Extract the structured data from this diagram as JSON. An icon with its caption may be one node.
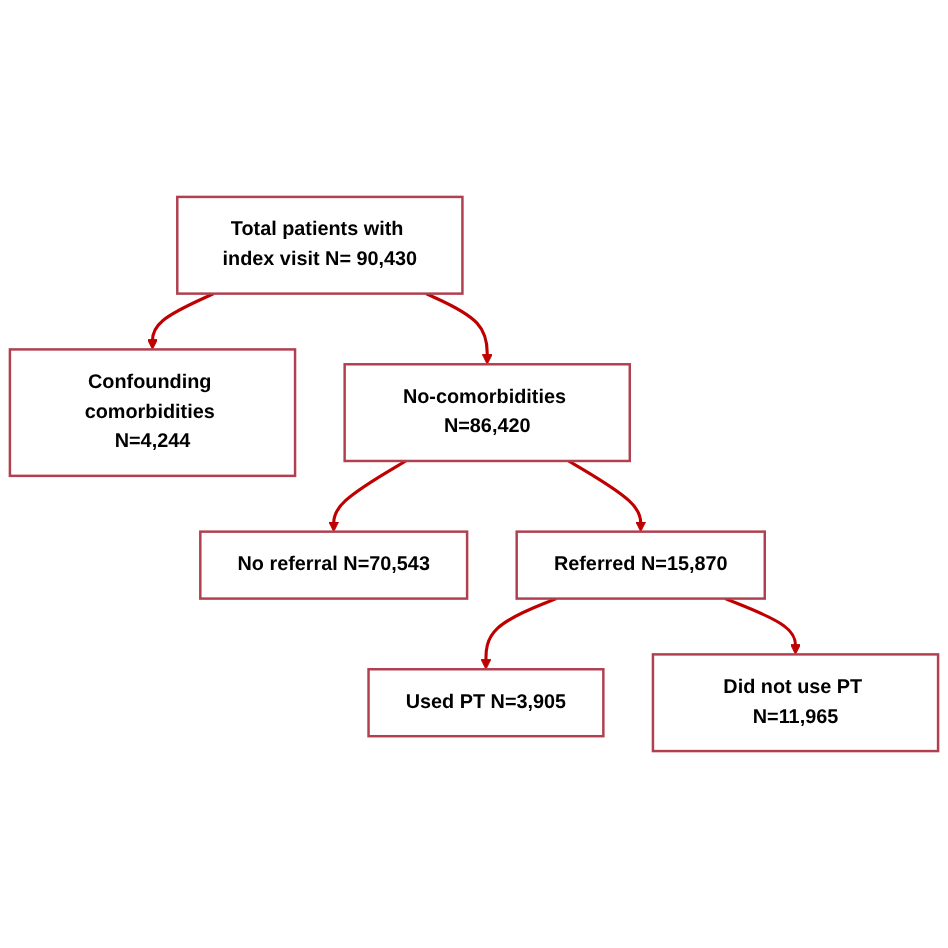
{
  "diagram": {
    "nodes": [
      {
        "text": [
          "Total patients with index visit N= 90,430"
        ]
      },
      {
        "text": [
          "Confounding comorbidities N=4,244"
        ]
      },
      {
        "text": [
          "No-comorbidities N=86,420"
        ]
      },
      {
        "text": [
          "No referral N=70,543"
        ]
      },
      {
        "text": [
          "Referred N=15,870"
        ]
      },
      {
        "text": [
          "Used PT N=3,905"
        ]
      },
      {
        "text": [
          "Did not use PT N=11,965"
        ]
      }
    ],
    "edges": [
      {
        "from": 0,
        "to": 1,
        "arrow": "to"
      },
      {
        "from": 0,
        "to": 2,
        "arrow": "to"
      },
      {
        "from": 2,
        "to": 3,
        "arrow": "to"
      },
      {
        "from": 2,
        "to": 4,
        "arrow": "to"
      },
      {
        "from": 4,
        "to": 5,
        "arrow": "to"
      },
      {
        "from": 4,
        "to": 6,
        "arrow": "to"
      }
    ]
  }
}
